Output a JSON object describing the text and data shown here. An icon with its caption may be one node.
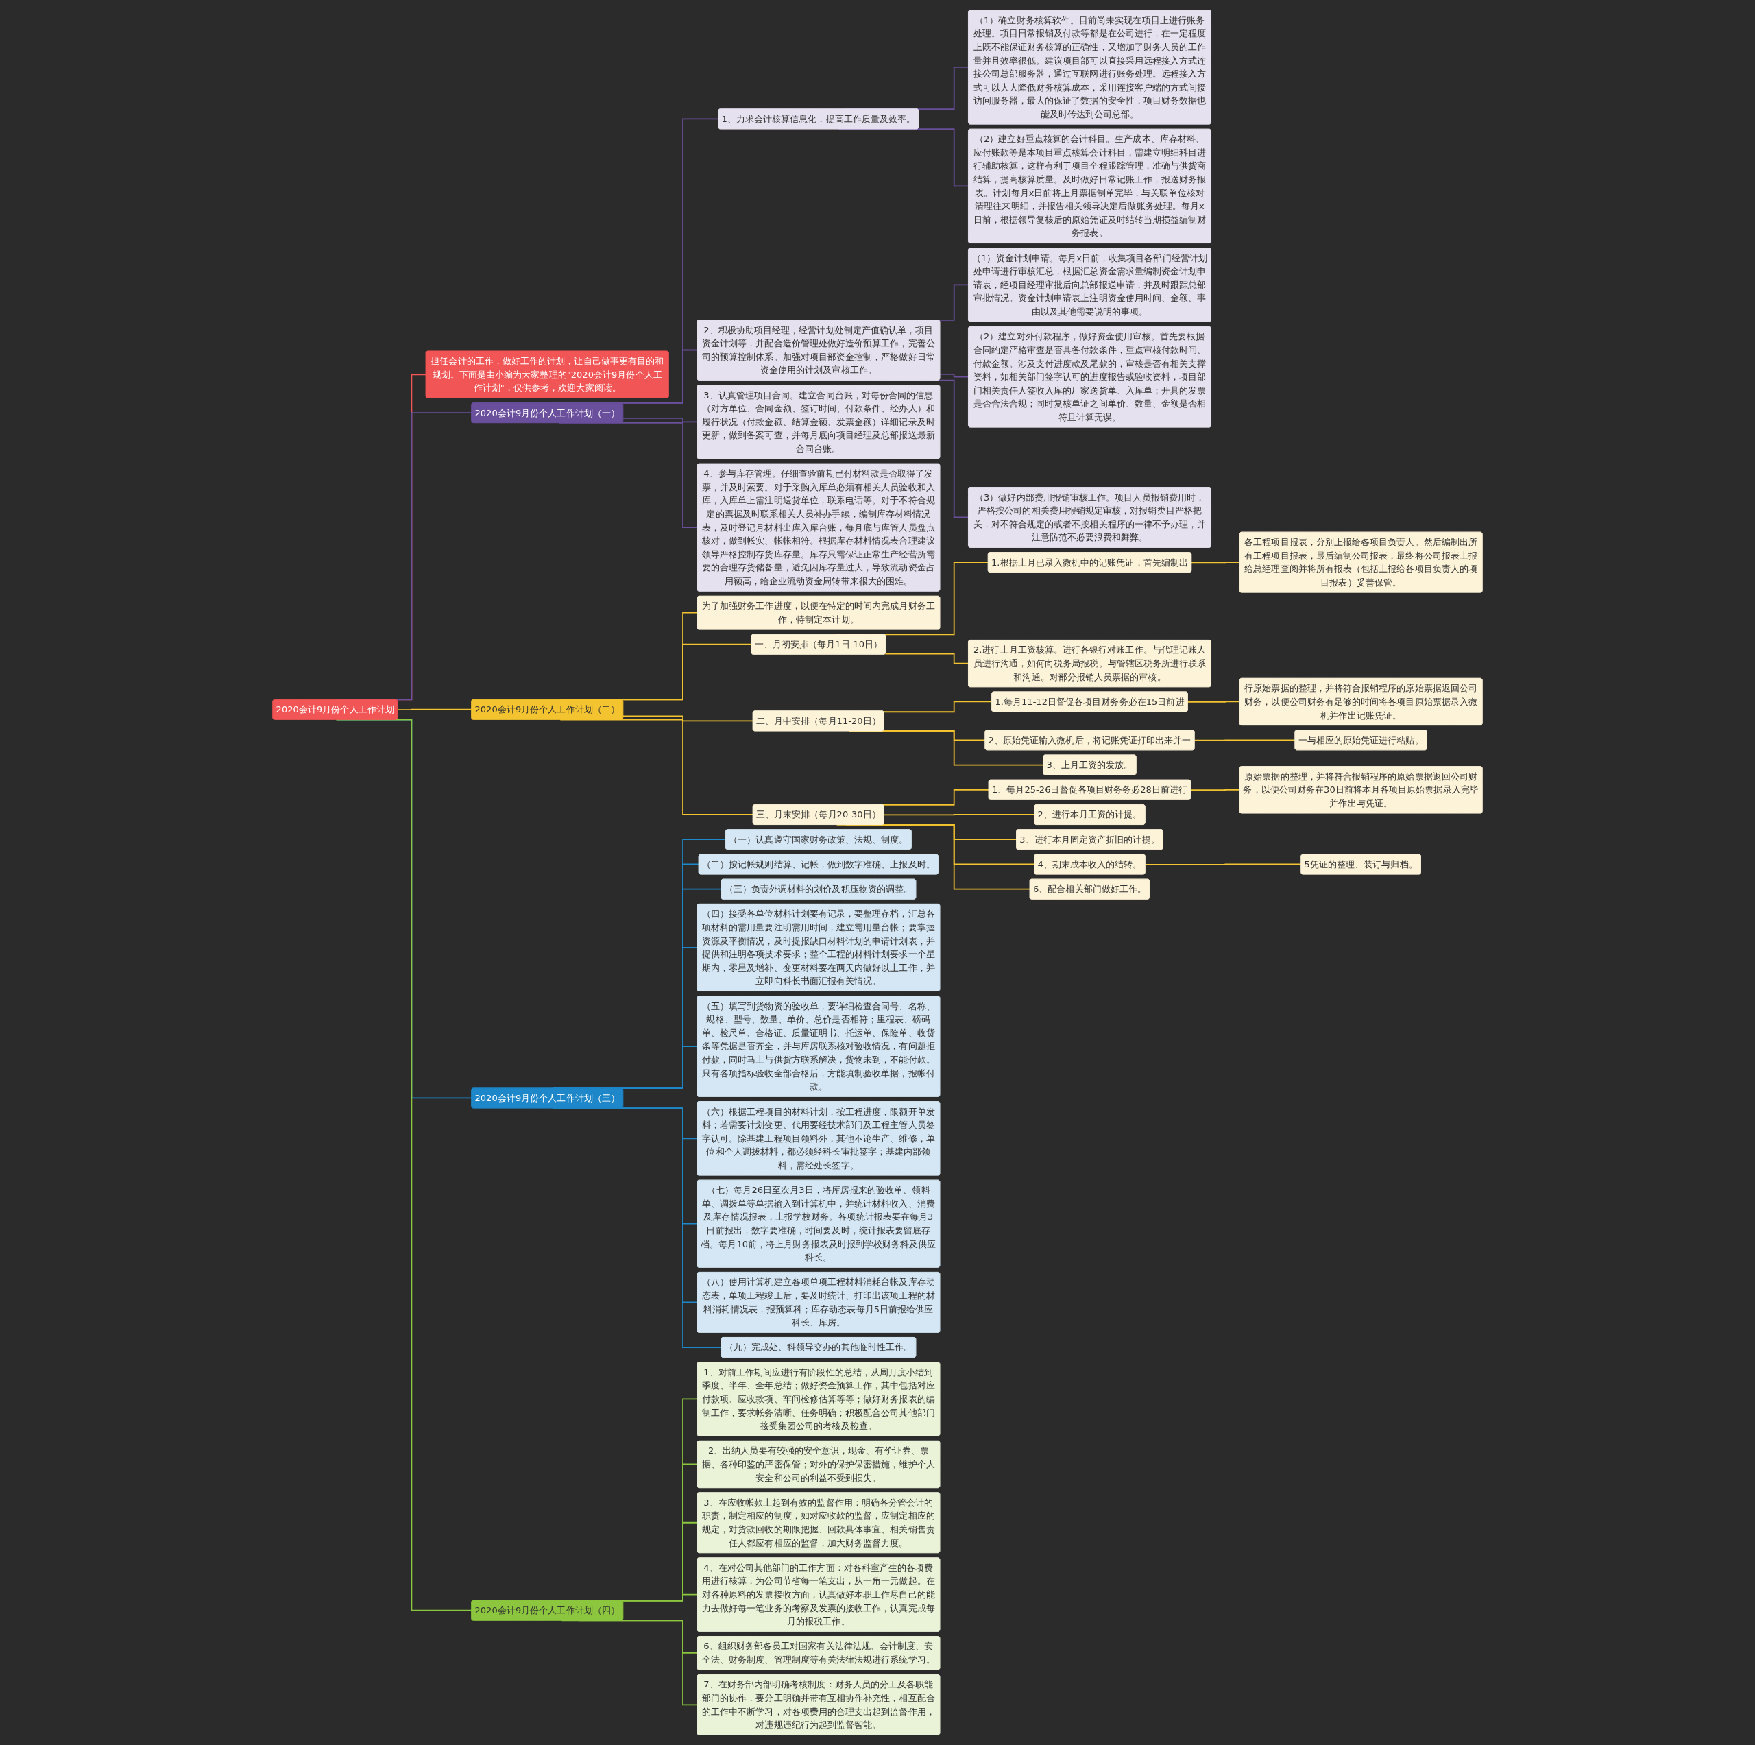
{
  "diagram": {
    "nodes": [
      {
        "text": [
          "2020会计9月份个人工作计划"
        ]
      },
      {
        "text": [
          "担任会计的工作，做好工作的计划，让自己做事更有目的和规划。下面是由小编为大家整理的\"2020会计9月份个人工作计划\"，仅供参考，欢迎大家阅读。"
        ]
      },
      {
        "text": [
          "2020会计9月份个人工作计划（一）"
        ]
      },
      {
        "text": [
          "1、力求会计核算信息化，提高工作质量及效率。"
        ]
      },
      {
        "text": [
          "（1）确立财务核算软件。目前尚未实现在项目上进行账务处理。项目日常报销及付款等都是在公司进行，在一定程度上既不能保证财务核算的正确性，又增加了财务人员的工作量并且效率很低。建议项目部可以直接采用远程接入方式连接公司总部服务器，通过互联网进行账务处理。远程接入方式可以大大降低财务核算成本，采用连接客户端的方式间接访问服务器，最大的保证了数据的安全性，项目财务数据也能及时传达到公司总部。"
        ]
      },
      {
        "text": [
          "（2）建立好重点核算的会计科目。生产成本、库存材料、应付账款等是本项目重点核算会计科目，需建立明细科目进行辅助核算，这样有利于项目全程跟踪管理，准确与供货商结算，提高核算质量。及时做好日常记账工作，报送财务报表。计划每月x日前将上月票据制单完毕，与关联单位核对清理往来明细，并报告相关领导决定后做账务处理。每月x日前，根据领导复核后的原始凭证及时结转当期损益编制财务报表。"
        ]
      },
      {
        "text": [
          "2、积极协助项目经理，经营计划处制定产值确认单，项目资金计划等，并配合造价管理处做好造价预算工作，完善公司的预算控制体系。加强对项目部资金控制，严格做好日常资金使用的计划及审核工作。"
        ]
      },
      {
        "text": [
          "（1）资金计划申请。每月x日前，收集项目各部门经营计划处申请进行审核汇总，根据汇总资金需求量编制资金计划申请表，经项目经理审批后向总部报送申请，并及时跟踪总部审批情况。资金计划申请表上注明资金使用时间、金额、事由以及其他需要说明的事项。"
        ]
      },
      {
        "text": [
          "（2）建立对外付款程序，做好资金使用审核。首先要根据合同约定严格审查是否具备付款条件，重点审核付款时间、付款金额。涉及支付进度款及尾款的，审核是否有相关支撑资料，如相关部门签字认可的进度报告或验收资料，项目部门相关责任人签收入库的厂家送货单、入库单；开具的发票是否合法合规；同时复核单证之间单价、数量、金额是否相符且计算无误。"
        ]
      },
      {
        "text": [
          "（3）做好内部费用报销审核工作。项目人员报销费用时，严格按公司的相关费用报销规定审核，对报销类目严格把关，对不符合规定的或者不按相关程序的一律不予办理，并注意防范不必要浪费和舞弊。"
        ]
      },
      {
        "text": [
          "3、认真管理项目合同。建立合同台账，对每份合同的信息（对方单位、合同金额、签订时间、付款条件、经办人）和履行状况（付款金额、结算金额、发票金额）详细记录及时更新，做到备案可查，并每月底向项目经理及总部报送最新合同台账。"
        ]
      },
      {
        "text": [
          "4、参与库存管理。仔细查验前期已付材料款是否取得了发票，并及时索要。对于采购入库单必须有相关人员验收和入库，入库单上需注明送货单位，联系电话等。对于不符合规定的票据及时联系相关人员补办手续，编制库存材料情况表，及时登记月材料出库入库台账，每月底与库管人员盘点核对，做到帐实、帐帐相符。根据库存材料情况表合理建议领导严格控制存货库存量。库存只需保证正常生产经营所需要的合理存货储备量，避免因库存量过大，导致流动资金占用额高，给企业流动资金周转带来很大的困难。"
        ]
      },
      {
        "text": [
          "2020会计9月份个人工作计划（二）"
        ]
      },
      {
        "text": [
          "为了加强财务工作进度，以便在特定的时间内完成月财务工作，特制定本计划。"
        ]
      },
      {
        "text": [
          "一、月初安排（每月1日-10日）"
        ]
      },
      {
        "text": [
          "1.根据上月已录入微机中的记账凭证，首先编制出"
        ]
      },
      {
        "text": [
          "各工程项目报表，分别上报给各项目负责人。然后编制出所有工程项目报表，最后编制公司报表，最终将公司报表上报给总经理查阅并将所有报表（包括上报给各项目负责人的项目报表）妥善保管。"
        ]
      },
      {
        "text": [
          "2.进行上月工资核算。进行各银行对账工作。与代理记账人员进行沟通，如何向税务局报税。与管辖区税务所进行联系和沟通。对部分报销人员票据的审核。"
        ]
      },
      {
        "text": [
          "二、月中安排（每月11-20日）"
        ]
      },
      {
        "text": [
          "1.每月11-12日督促各项目财务务必在15日前进"
        ]
      },
      {
        "text": [
          "行原始票据的整理，并将符合报销程序的原始票据返回公司财务，以便公司财务有足够的时间将各项目原始票据录入微机并作出记账凭证。"
        ]
      },
      {
        "text": [
          "2、原始凭证输入微机后，将记账凭证打印出来并一"
        ]
      },
      {
        "text": [
          "一与相应的原始凭证进行粘贴。"
        ]
      },
      {
        "text": [
          "3、上月工资的发放。"
        ]
      },
      {
        "text": [
          "三、月末安排（每月20-30日）"
        ]
      },
      {
        "text": [
          "1、每月25-26日督促各项目财务务必28日前进行"
        ]
      },
      {
        "text": [
          "原始票据的整理，并将符合报销程序的原始票据返回公司财务，以便公司财务在30日前将本月各项目原始票据录入完毕并作出与凭证。"
        ]
      },
      {
        "text": [
          "2、进行本月工资的计提。"
        ]
      },
      {
        "text": [
          "3、进行本月固定资产折旧的计提。"
        ]
      },
      {
        "text": [
          "4、期末成本收入的结转。"
        ]
      },
      {
        "text": [
          "5凭证的整理、装订与归档。"
        ]
      },
      {
        "text": [
          "6、配合相关部门做好工作。"
        ]
      },
      {
        "text": [
          "2020会计9月份个人工作计划（三）"
        ]
      },
      {
        "text": [
          "（一）认真遵守国家财务政策、法规、制度。"
        ]
      },
      {
        "text": [
          "（二）按记帐规则结算、记帐，做到数字准确、上报及时。"
        ]
      },
      {
        "text": [
          "（三）负责外调材料的划价及积压物资的调整。"
        ]
      },
      {
        "text": [
          "（四）接受各单位材料计划要有记录，要整理存档，汇总各项材料的需用量要注明需用时间，建立需用量台帐；要掌握资源及平衡情况，及时提报缺口材料计划的申请计划表，并提供和注明各项技术要求；整个工程的材料计划要求一个星期内，零星及增补、变更材料要在两天内做好以上工作，并立即向科长书面汇报有关情况。"
        ]
      },
      {
        "text": [
          "（五）填写到货物资的验收单，要详细检查合同号、名称、规格、型号、数量、单价、总价是否相符；里程表、磅码单、检尺单、合格证、质量证明书、托运单、保险单、收货条等凭据是否齐全，并与库房联系核对验收情况，有问题拒付款，同时马上与供货方联系解决，货物未到，不能付款。只有各项指标验收全部合格后，方能填制验收单据，报帐付款。"
        ]
      },
      {
        "text": [
          "（六）根据工程项目的材料计划，按工程进度，限额开单发料；若需要计划变更、代用要经技术部门及工程主管人员签字认可。除基建工程项目领料外，其他不论生产、维修，单位和个人调拨材料，都必须经科长审批签字；基建内部领料，需经处长签字。"
        ]
      },
      {
        "text": [
          "（七）每月26日至次月3日，将库房报来的验收单、领料单、调拨单等单据输入到计算机中，并统计材料收入、消费及库存情况报表，上报学校财务。各项统计报表要在每月3日前报出，数字要准确，时间要及时，统计报表要留底存档。每月10前，将上月财务报表及时报到学校财务科及供应科长。"
        ]
      },
      {
        "text": [
          "（八）使用计算机建立各项单项工程材料消耗台帐及库存动态表，单项工程竣工后，要及时统计、打印出该项工程的材料消耗情况表，报预算科；库存动态表每月5日前报给供应科长、库房。"
        ]
      },
      {
        "text": [
          "（九）完成处、科领导交办的其他临时性工作。"
        ]
      },
      {
        "text": [
          "2020会计9月份个人工作计划（四）"
        ]
      },
      {
        "text": [
          "1、对前工作期间应进行有阶段性的总结，从周月度小结到季度、半年、全年总结；做好资金预算工作，其中包括对应付款项、应收款项、车间检修估算等等；做好财务报表的编制工作，要求帐务清晰、任务明确；积极配合公司其他部门接受集团公司的考核及检查。"
        ]
      },
      {
        "text": [
          "2、出纳人员要有较强的安全意识，现金、有价证券、票据、各种印鉴的严密保管；对外的保护保密措施，维护个人安全和公司的利益不受到损失。"
        ]
      },
      {
        "text": [
          "3、在应收帐款上起到有效的监督作用：明确各分管会计的职责，制定相应的制度，如对应收款的监督，应制定相应的规定，对货款回收的期限把握、回款具体事宜、相关销售责任人都应有相应的监督，加大财务监督力度。"
        ]
      },
      {
        "text": [
          "4、在对公司其他部门的工作方面：对各科室产生的各项费用进行核算，为公司节省每一笔支出，从一角一元做起。在对各种原料的发票接收方面，认真做好本职工作尽自己的能力去做好每一笔业务的考察及发票的接收工作，认真完成每月的报税工作。"
        ]
      },
      {
        "text": [
          "6、组织财务部各员工对国家有关法律法规、会计制度、安全法、财务制度、管理制度等有关法律法规进行系统学习。"
        ]
      },
      {
        "text": [
          "7、在财务部内部明确考核制度：财务人员的分工及各职能部门的协作，要分工明确并带有互相协作补充性，相互配合的工作中不断学习，对各项费用的合理支出起到监督作用，对违规违纪行为起到监督智能。"
        ]
      }
    ],
    "edges": [
      {
        "from": 0,
        "to": 1,
        "arrow": "none",
        "color": "#f25555"
      },
      {
        "from": 0,
        "to": 2,
        "arrow": "none",
        "color": "#6a4f9d"
      },
      {
        "from": 2,
        "to": 3,
        "arrow": "none",
        "color": "#6a4f9d"
      },
      {
        "from": 3,
        "to": 4,
        "arrow": "none",
        "color": "#6a4f9d"
      },
      {
        "from": 3,
        "to": 5,
        "arrow": "none",
        "color": "#6a4f9d"
      },
      {
        "from": 2,
        "to": 6,
        "arrow": "none",
        "color": "#6a4f9d"
      },
      {
        "from": 6,
        "to": 7,
        "arrow": "none",
        "color": "#6a4f9d"
      },
      {
        "from": 6,
        "to": 8,
        "arrow": "none",
        "color": "#6a4f9d"
      },
      {
        "from": 6,
        "to": 9,
        "arrow": "none",
        "color": "#6a4f9d"
      },
      {
        "from": 2,
        "to": 10,
        "arrow": "none",
        "color": "#6a4f9d"
      },
      {
        "from": 2,
        "to": 11,
        "arrow": "none",
        "color": "#6a4f9d"
      },
      {
        "from": 0,
        "to": 12,
        "arrow": "none",
        "color": "#f4c430"
      },
      {
        "from": 12,
        "to": 13,
        "arrow": "none",
        "color": "#f4c430"
      },
      {
        "from": 12,
        "to": 14,
        "arrow": "none",
        "color": "#f4c430"
      },
      {
        "from": 14,
        "to": 15,
        "arrow": "none",
        "color": "#f4c430"
      },
      {
        "from": 15,
        "to": 16,
        "arrow": "none",
        "color": "#f4c430"
      },
      {
        "from": 14,
        "to": 17,
        "arrow": "none",
        "color": "#f4c430"
      },
      {
        "from": 12,
        "to": 18,
        "arrow": "none",
        "color": "#f4c430"
      },
      {
        "from": 18,
        "to": 19,
        "arrow": "none",
        "color": "#f4c430"
      },
      {
        "from": 19,
        "to": 20,
        "arrow": "none",
        "color": "#f4c430"
      },
      {
        "from": 18,
        "to": 21,
        "arrow": "none",
        "color": "#f4c430"
      },
      {
        "from": 21,
        "to": 22,
        "arrow": "none",
        "color": "#f4c430"
      },
      {
        "from": 18,
        "to": 23,
        "arrow": "none",
        "color": "#f4c430"
      },
      {
        "from": 12,
        "to": 24,
        "arrow": "none",
        "color": "#f4c430"
      },
      {
        "from": 24,
        "to": 25,
        "arrow": "none",
        "color": "#f4c430"
      },
      {
        "from": 25,
        "to": 26,
        "arrow": "none",
        "color": "#f4c430"
      },
      {
        "from": 24,
        "to": 27,
        "arrow": "none",
        "color": "#f4c430"
      },
      {
        "from": 24,
        "to": 28,
        "arrow": "none",
        "color": "#f4c430"
      },
      {
        "from": 24,
        "to": 29,
        "arrow": "none",
        "color": "#f4c430"
      },
      {
        "from": 29,
        "to": 30,
        "arrow": "none",
        "color": "#f4c430"
      },
      {
        "from": 24,
        "to": 31,
        "arrow": "none",
        "color": "#f4c430"
      },
      {
        "from": 0,
        "to": 32,
        "arrow": "none",
        "color": "#1d87c9"
      },
      {
        "from": 32,
        "to": 33,
        "arrow": "none",
        "color": "#1d87c9"
      },
      {
        "from": 32,
        "to": 34,
        "arrow": "none",
        "color": "#1d87c9"
      },
      {
        "from": 32,
        "to": 35,
        "arrow": "none",
        "color": "#1d87c9"
      },
      {
        "from": 32,
        "to": 36,
        "arrow": "none",
        "color": "#1d87c9"
      },
      {
        "from": 32,
        "to": 37,
        "arrow": "none",
        "color": "#1d87c9"
      },
      {
        "from": 32,
        "to": 38,
        "arrow": "none",
        "color": "#1d87c9"
      },
      {
        "from": 32,
        "to": 39,
        "arrow": "none",
        "color": "#1d87c9"
      },
      {
        "from": 32,
        "to": 40,
        "arrow": "none",
        "color": "#1d87c9"
      },
      {
        "from": 32,
        "to": 41,
        "arrow": "none",
        "color": "#1d87c9"
      },
      {
        "from": 0,
        "to": 42,
        "arrow": "none",
        "color": "#8cc63f"
      },
      {
        "from": 42,
        "to": 43,
        "arrow": "none",
        "color": "#8cc63f"
      },
      {
        "from": 42,
        "to": 44,
        "arrow": "none",
        "color": "#8cc63f"
      },
      {
        "from": 42,
        "to": 45,
        "arrow": "none",
        "color": "#8cc63f"
      },
      {
        "from": 42,
        "to": 46,
        "arrow": "none",
        "color": "#8cc63f"
      },
      {
        "from": 42,
        "to": 47,
        "arrow": "none",
        "color": "#8cc63f"
      },
      {
        "from": 42,
        "to": 48,
        "arrow": "none",
        "color": "#8cc63f"
      }
    ]
  }
}
